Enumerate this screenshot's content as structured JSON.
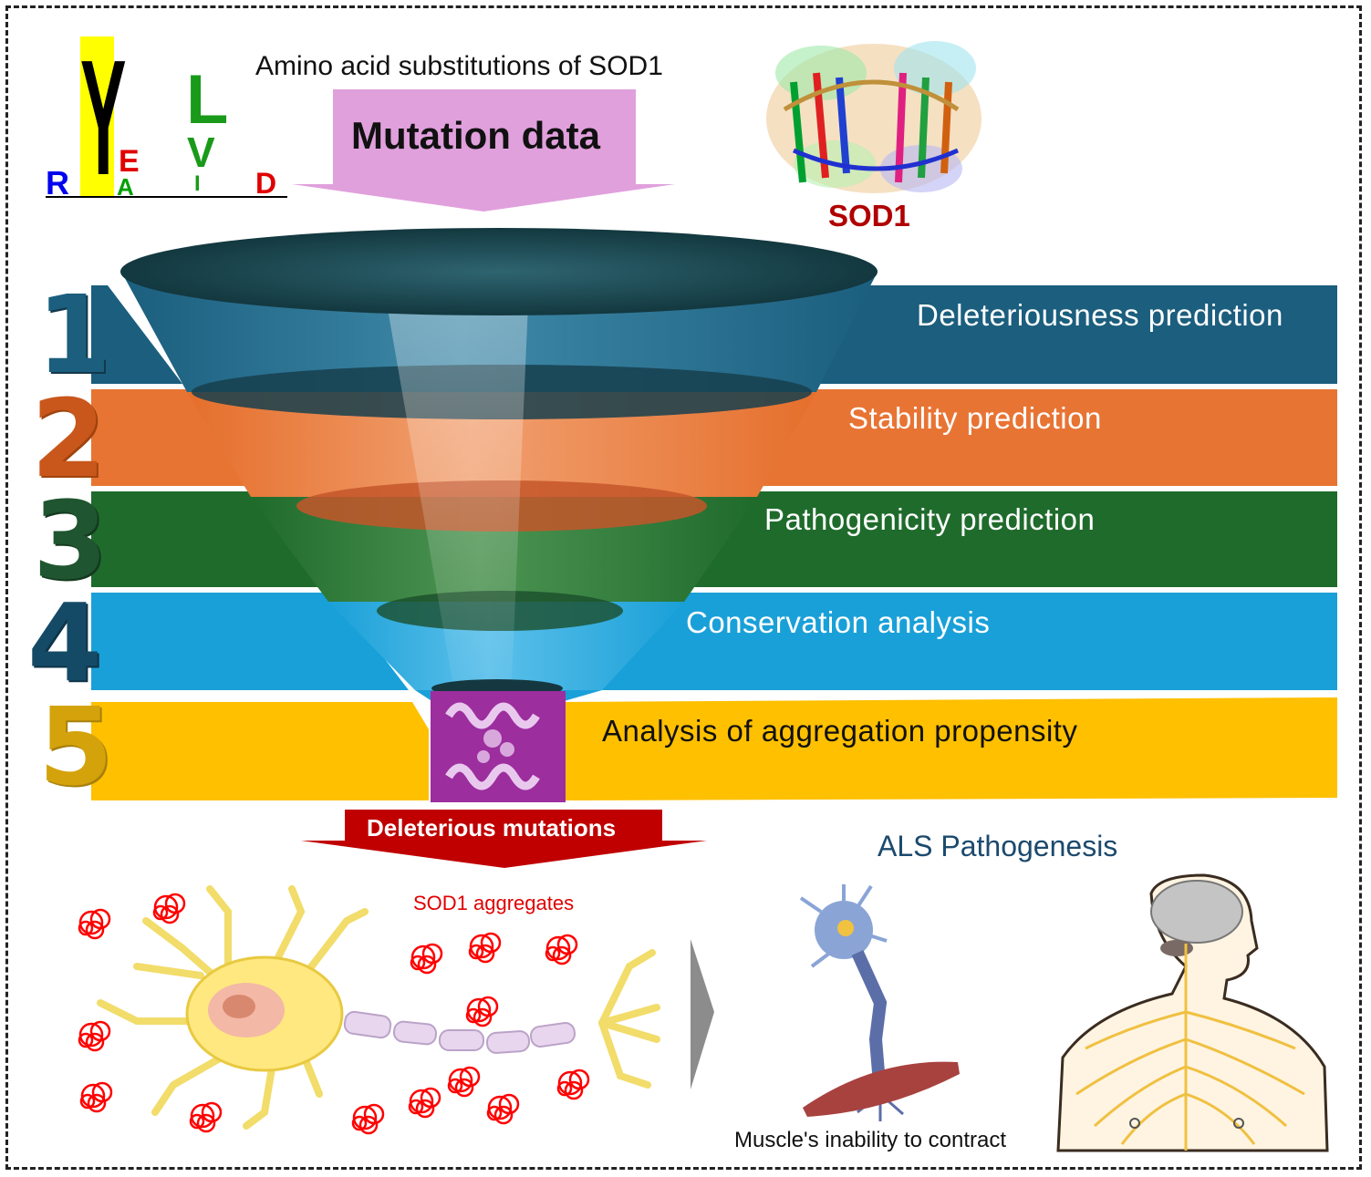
{
  "header": {
    "subtitle": "Amino acid substitutions of SOD1",
    "mutation_data": "Mutation data",
    "protein_label": "SOD1"
  },
  "seq_logo": {
    "letters": [
      "R",
      "Y",
      "E",
      "A",
      "L",
      "V",
      "I",
      "D"
    ]
  },
  "steps": [
    {
      "number": "1",
      "label": "Deleteriousness  prediction",
      "color": "#1b5e7e"
    },
    {
      "number": "2",
      "label": "Stability prediction",
      "color": "#e87434"
    },
    {
      "number": "3",
      "label": "Pathogenicity  prediction",
      "color": "#1f6b2c"
    },
    {
      "number": "4",
      "label": "Conservation  analysis",
      "color": "#1aa0d8"
    },
    {
      "number": "5",
      "label": "Analysis  of  aggregation  propensity",
      "color": "#ffc000"
    }
  ],
  "output": {
    "deleterious": "Deleterious mutations",
    "aggregates": "SOD1 aggregates",
    "als": "ALS Pathogenesis",
    "muscle": "Muscle's inability  to contract"
  },
  "colors": {
    "funnel_top": "#1c4a55",
    "arrow_pink": "#e0a0dc",
    "arrow_red": "#c00000",
    "aggregate_red": "#ff0000",
    "neuron_yellow": "#ffe880"
  }
}
